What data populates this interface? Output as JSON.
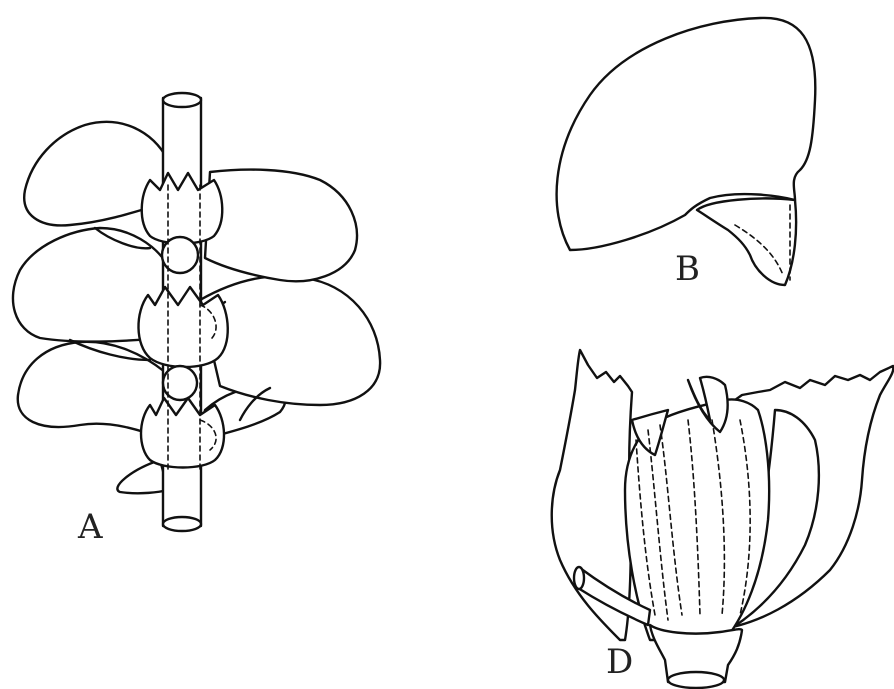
{
  "figure": {
    "labels": {
      "a": "A",
      "b": "B",
      "d": "D"
    },
    "ink_color": "#111111",
    "background_color": "#ffffff"
  }
}
